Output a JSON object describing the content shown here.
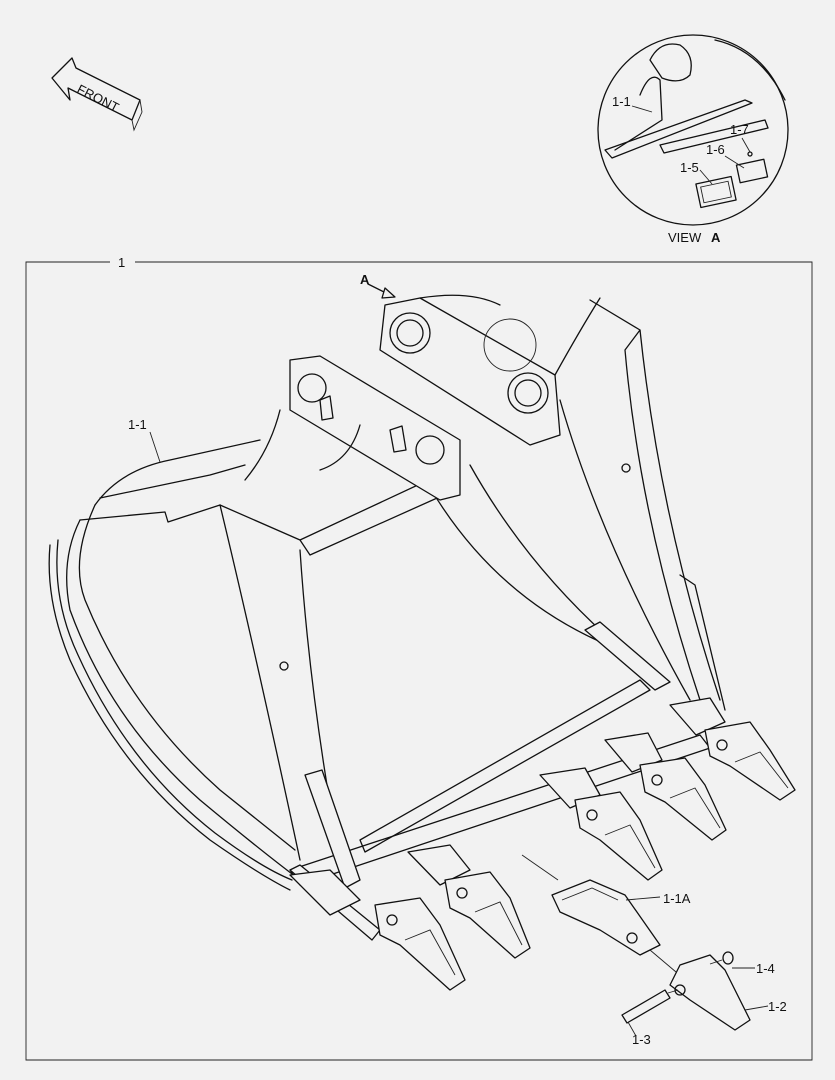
{
  "front_label": "FRONT",
  "view": {
    "text": "VIEW",
    "letter": "A"
  },
  "assembly_label": "1",
  "detail_marker": "A",
  "callouts": {
    "body_main": "1-1",
    "body_detail": "1-1",
    "plate": "1-5",
    "shim": "1-6",
    "bolt": "1-7",
    "adapter": "1-1A",
    "tooth": "1-2",
    "pin": "1-3",
    "lock": "1-4"
  },
  "colors": {
    "background": "#f2f2f2",
    "line": "#111111"
  }
}
